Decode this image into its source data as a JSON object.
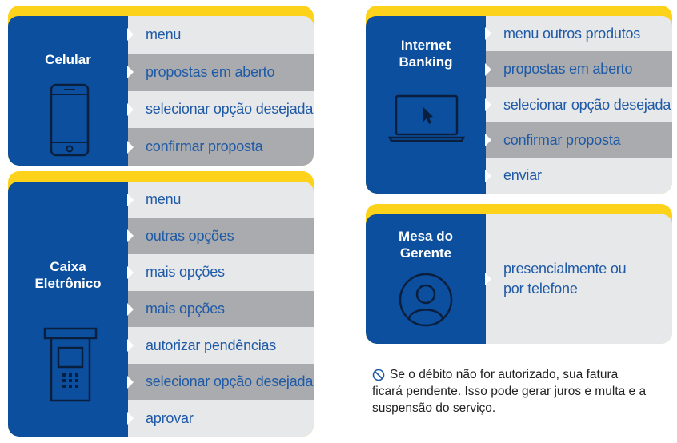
{
  "celular": {
    "title": "Celular",
    "steps": [
      "menu",
      "propostas em aberto",
      "selecionar opção desejada",
      "confirmar proposta"
    ]
  },
  "internet_banking": {
    "title_line1": "Internet",
    "title_line2": "Banking",
    "steps": [
      "menu outros produtos",
      "propostas em aberto",
      "selecionar opção desejada",
      "confirmar proposta",
      "enviar"
    ]
  },
  "caixa_eletronico": {
    "title_line1": "Caixa",
    "title_line2": "Eletrônico",
    "steps": [
      "menu",
      "outras opções",
      "mais opções",
      "mais opções",
      "autorizar pendências",
      "selecionar opção desejada",
      "aprovar"
    ]
  },
  "mesa_gerente": {
    "title_line1": "Mesa do",
    "title_line2": "Gerente",
    "text_line1": "presencialmente ou",
    "text_line2": "por telefone"
  },
  "note": {
    "icon": "prohibited-icon",
    "line1": "Se o débito não for autorizado, sua fatura",
    "line2": "ficará pendente. Isso pode gerar juros e multa e a",
    "line3": "suspensão do serviço."
  },
  "colors": {
    "blue": "#0c4f9e",
    "yellow": "#fdd21a",
    "row_light": "#e7e8ea",
    "row_dark": "#a9abae",
    "text_blue": "#1f5aa6"
  }
}
